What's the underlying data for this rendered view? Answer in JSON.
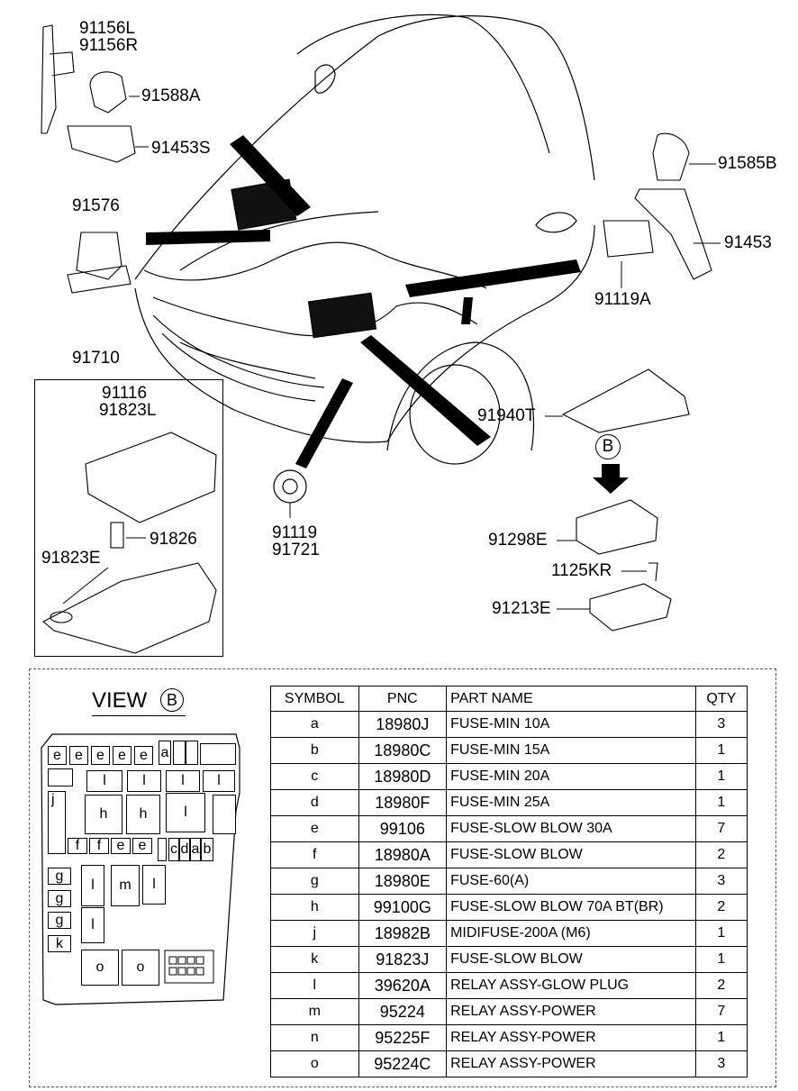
{
  "labels": {
    "p91156L": "91156L",
    "p91156R": "91156R",
    "p91588A": "91588A",
    "p91453S": "91453S",
    "p91576": "91576",
    "p91710": "91710",
    "p91116": "91116",
    "p91823L": "91823L",
    "p91826": "91826",
    "p91823E": "91823E",
    "p91119": "91119",
    "p91721": "91721",
    "p91585B": "91585B",
    "p91453": "91453",
    "p91119A": "91119A",
    "p91940T": "91940T",
    "p91298E": "91298E",
    "p1125KR": "1125KR",
    "p91213E": "91213E"
  },
  "view": {
    "title": "VIEW",
    "marker": "B"
  },
  "fuse_box": {
    "top_row": [
      "e",
      "e",
      "e",
      "e",
      "e",
      "a"
    ],
    "row2": [
      "l",
      "l",
      "l",
      "l"
    ],
    "j": "j",
    "row3": [
      "h",
      "h",
      "l"
    ],
    "row4": [
      "f",
      "f",
      "e",
      "e",
      "c",
      "d",
      "a",
      "b"
    ],
    "g": [
      "g",
      "g",
      "g"
    ],
    "k": "k",
    "mid": [
      "l",
      "m",
      "l"
    ],
    "l_single": "l",
    "o": [
      "o",
      "o"
    ]
  },
  "table": {
    "headers": [
      "SYMBOL",
      "PNC",
      "PART NAME",
      "QTY"
    ],
    "rows": [
      [
        "a",
        "18980J",
        "FUSE-MIN 10A",
        "3"
      ],
      [
        "b",
        "18980C",
        "FUSE-MIN 15A",
        "1"
      ],
      [
        "c",
        "18980D",
        "FUSE-MIN 20A",
        "1"
      ],
      [
        "d",
        "18980F",
        "FUSE-MIN 25A",
        "1"
      ],
      [
        "e",
        "99106",
        "FUSE-SLOW BLOW 30A",
        "7"
      ],
      [
        "f",
        "18980A",
        "FUSE-SLOW BLOW",
        "2"
      ],
      [
        "g",
        "18980E",
        "FUSE-60(A)",
        "3"
      ],
      [
        "h",
        "99100G",
        "FUSE-SLOW BLOW 70A BT(BR)",
        "2"
      ],
      [
        "j",
        "18982B",
        "MIDIFUSE-200A (M6)",
        "1"
      ],
      [
        "k",
        "91823J",
        "FUSE-SLOW BLOW",
        "1"
      ],
      [
        "l",
        "39620A",
        "RELAY ASSY-GLOW PLUG",
        "2"
      ],
      [
        "m",
        "95224",
        "RELAY ASSY-POWER",
        "7"
      ],
      [
        "n",
        "95225F",
        "RELAY ASSY-POWER",
        "1"
      ],
      [
        "o",
        "95224C",
        "RELAY ASSY-POWER",
        "3"
      ]
    ]
  }
}
